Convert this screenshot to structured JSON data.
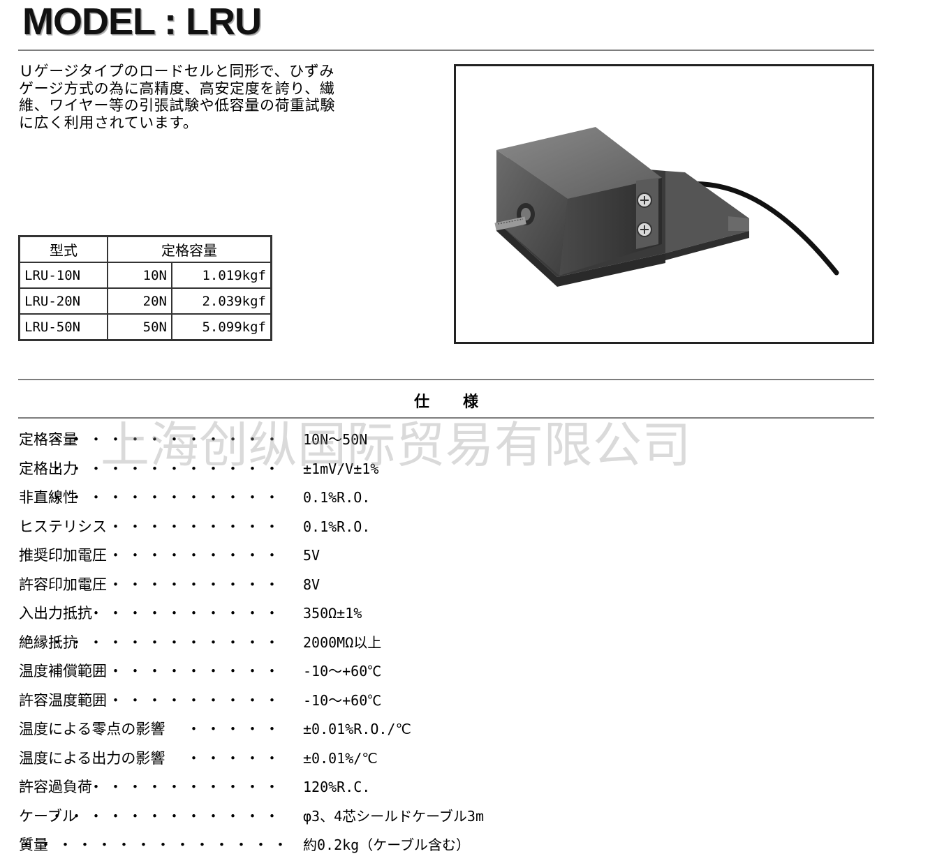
{
  "title": "MODEL : LRU",
  "description_lines": [
    "Ｕゲージタイプのロードセルと同形で、ひずみ",
    "ゲージ方式の為に高精度、高安定度を誇り、繊",
    "維、ワイヤー等の引張試験や低容量の荷重試験",
    "に広く利用されています。"
  ],
  "model_table": {
    "headers": [
      "型式",
      "定格容量"
    ],
    "rows": [
      [
        "LRU-10N",
        "10N",
        "1.019kgf"
      ],
      [
        "LRU-20N",
        "20N",
        "2.039kgf"
      ],
      [
        "LRU-50N",
        "50N",
        "5.099kgf"
      ]
    ]
  },
  "spec_heading": "仕様",
  "watermark": "上海创纵国际贸易有限公司",
  "specs": [
    {
      "label": "定格容量",
      "dots": "・・・・・・・・・・・・",
      "value": "10N～50N"
    },
    {
      "label": "定格出力",
      "dots": "・・・・・・・・・・・・",
      "value": "±1mV/V±1%"
    },
    {
      "label": "非直線性",
      "dots": "・・・・・・・・・・・・",
      "value": "0.1%R.O."
    },
    {
      "label": "ヒステリシス",
      "dots": "・・・・・・・・・",
      "value": "0.1%R.O."
    },
    {
      "label": "推奨印加電圧",
      "dots": "・・・・・・・・・",
      "value": "5V"
    },
    {
      "label": "許容印加電圧",
      "dots": "・・・・・・・・・",
      "value": "8V"
    },
    {
      "label": "入出力抵抗",
      "dots": "・・・・・・・・・・",
      "value": "350Ω±1%"
    },
    {
      "label": "絶縁抵抗",
      "dots": "・・・・・・・・・・・・",
      "value": "2000MΩ以上"
    },
    {
      "label": "温度補償範囲",
      "dots": "・・・・・・・・・",
      "value": "-10～+60℃"
    },
    {
      "label": "許容温度範囲",
      "dots": "・・・・・・・・・",
      "value": "-10～+60℃"
    },
    {
      "label": "温度による零点の影響",
      "dots": "・・・・・",
      "value": "±0.01%R.O./℃"
    },
    {
      "label": "温度による出力の影響",
      "dots": "・・・・・",
      "value": "±0.01%/℃"
    },
    {
      "label": "許容過負荷",
      "dots": "・・・・・・・・・・",
      "value": "120%R.C."
    },
    {
      "label": "ケーブル",
      "dots": "・・・・・・・・・・・・",
      "value": "φ3、4芯シールドケーブル3m"
    },
    {
      "label": "質量",
      "dots": "・・・・・・・・・・・・・・",
      "value": "約0.2kg（ケーブル含む）"
    }
  ]
}
